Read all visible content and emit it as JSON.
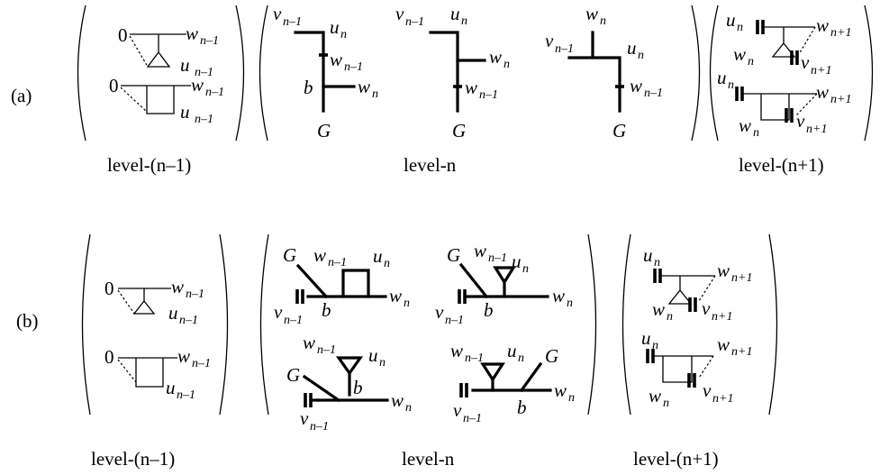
{
  "panels": {
    "a": {
      "tag": "(a)",
      "captions": {
        "left": "level-(n–1)",
        "mid": "level-n",
        "right": "level-(n+1)"
      }
    },
    "b": {
      "tag": "(b)",
      "captions": {
        "left": "level-(n–1)",
        "mid": "level-n",
        "right": "level-(n+1)"
      }
    }
  },
  "symbols": {
    "zero": "0",
    "G": "G",
    "b": "b",
    "v": "v",
    "u": "u",
    "w": "w",
    "sub_n": "n",
    "sub_n_minus_1": "n–1",
    "sub_n_minus_1_alt": "n–1",
    "sub_n_plus_1": "n+1"
  }
}
